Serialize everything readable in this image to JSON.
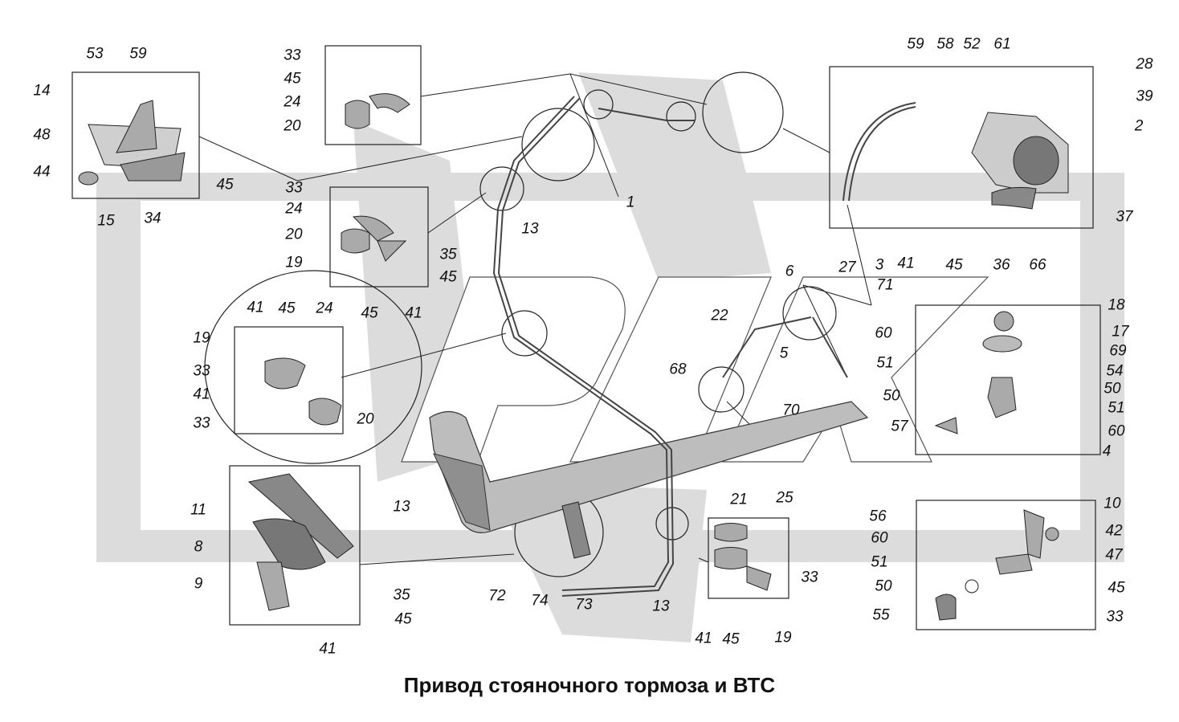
{
  "caption": "Привод стояночного тормоза и ВТС",
  "colors": {
    "watermark": "#d9d9d9",
    "line": "#222222",
    "part": "#9a9a9a"
  },
  "labels": [
    "53",
    "59",
    "14",
    "48",
    "44",
    "15",
    "34",
    "45",
    "33",
    "45",
    "24",
    "20",
    "33",
    "24",
    "20",
    "19",
    "45",
    "41",
    "41",
    "45",
    "24",
    "19",
    "33",
    "41",
    "33",
    "20",
    "1",
    "13",
    "35",
    "45",
    "59",
    "58",
    "52",
    "61",
    "28",
    "39",
    "2",
    "37",
    "27",
    "3",
    "41",
    "45",
    "36",
    "66",
    "6",
    "71",
    "22",
    "5",
    "68",
    "70",
    "18",
    "17",
    "69",
    "54",
    "50",
    "51",
    "60",
    "4",
    "60",
    "51",
    "50",
    "57",
    "11",
    "13",
    "8",
    "9",
    "35",
    "45",
    "41",
    "72",
    "74",
    "73",
    "13",
    "21",
    "25",
    "33",
    "41",
    "45",
    "19",
    "10",
    "42",
    "47",
    "56",
    "60",
    "51",
    "50",
    "55",
    "45",
    "33"
  ]
}
